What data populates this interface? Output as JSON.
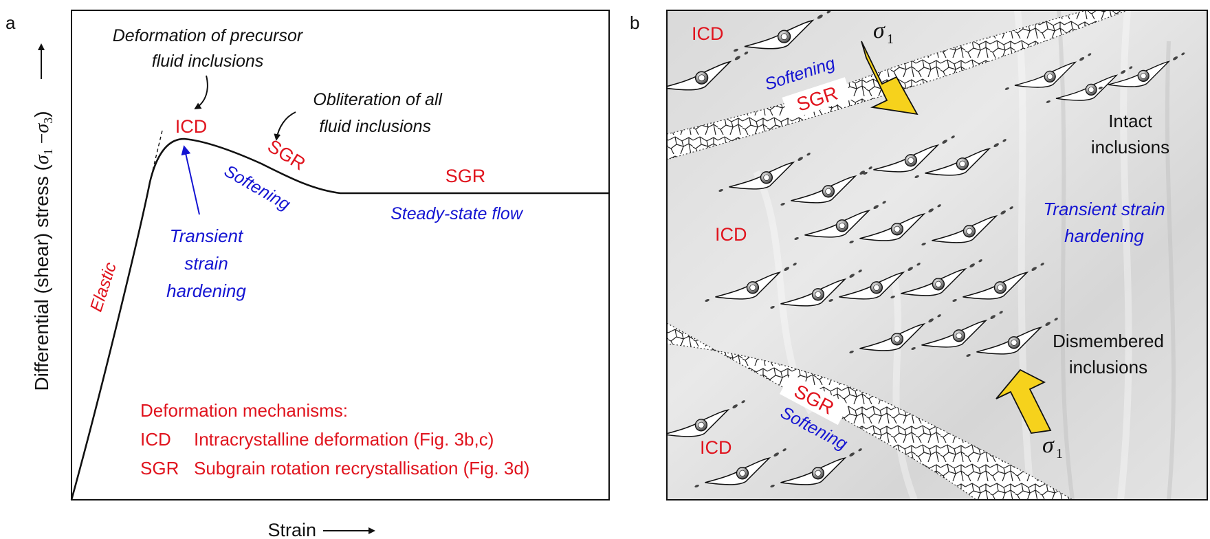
{
  "panel_a": {
    "label": "a",
    "y_axis_label": "Differential (shear) stress (σ1 −σ3)",
    "x_axis_label": "Strain",
    "annotations": {
      "precursor_line1": "Deformation of precursor",
      "precursor_line2": "fluid inclusions",
      "obliteration_line1": "Obliteration of all",
      "obliteration_line2": "fluid inclusions",
      "icd": "ICD",
      "sgr_softening": "SGR",
      "sgr_steady": "SGR",
      "softening": "Softening",
      "steady_state": "Steady-state flow",
      "hardening_line1": "Transient",
      "hardening_line2": "strain",
      "hardening_line3": "hardening",
      "elastic": "Elastic"
    },
    "legend": {
      "title": "Deformation mechanisms:",
      "rows": [
        {
          "abbr": "ICD",
          "text": "Intracrystalline deformation (Fig. 3b,c)"
        },
        {
          "abbr": "SGR",
          "text": "Subgrain rotation recrystallisation (Fig. 3d)"
        }
      ]
    }
  },
  "panel_b": {
    "label": "b",
    "sigma_top": "σ1",
    "sigma_bottom": "σ1",
    "icd_top": "ICD",
    "icd_mid": "ICD",
    "icd_bottom": "ICD",
    "softening_top": "Softening",
    "softening_bottom": "Softening",
    "sgr_top": "SGR",
    "sgr_bottom": "SGR",
    "intact_line1": "Intact",
    "intact_line2": "inclusions",
    "hardening_line1": "Transient strain",
    "hardening_line2": "hardening",
    "dismembered_line1": "Dismembered",
    "dismembered_line2": "inclusions"
  },
  "colors": {
    "red": "#e0141e",
    "blue": "#1414d2",
    "arrow_yellow": "#f6d21c"
  }
}
